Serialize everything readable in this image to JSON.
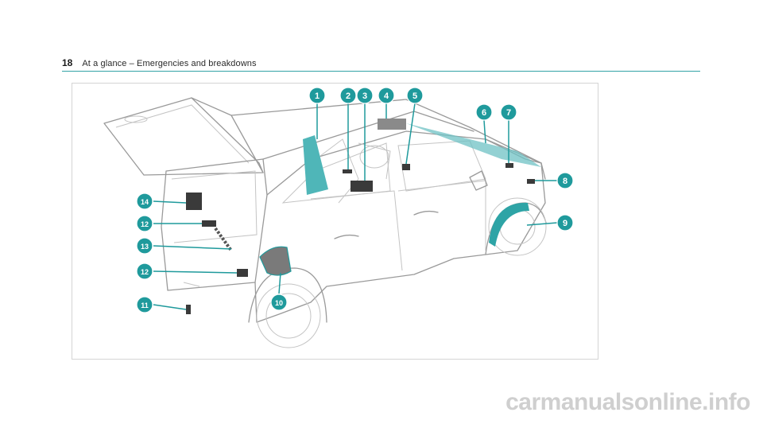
{
  "header": {
    "page_number": "18",
    "title": "At a glance – Emergencies and breakdowns"
  },
  "callouts": [
    "1",
    "2",
    "3",
    "4",
    "5",
    "6",
    "7",
    "8",
    "9",
    "10",
    "11",
    "12",
    "13",
    "14"
  ],
  "left_callouts": [
    "14",
    "12",
    "13",
    "12",
    "11"
  ],
  "watermark": "carmanualsonline.info",
  "colors": {
    "accent": "#1f9a9c",
    "rule": "#33a3a6"
  }
}
